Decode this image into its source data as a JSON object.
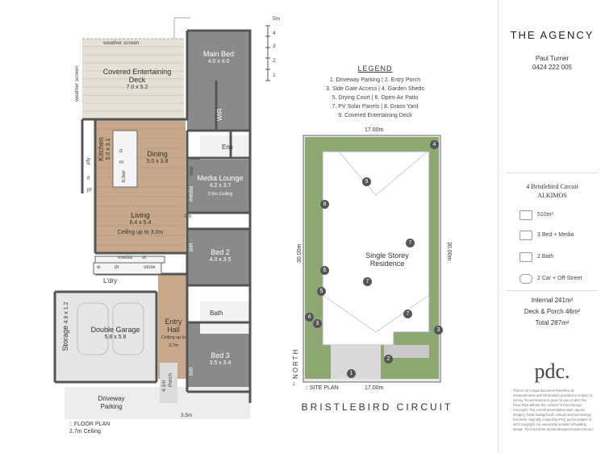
{
  "floor_plan": {
    "rooms": [
      {
        "key": "covered_deck",
        "name": "Covered Entertaining Deck",
        "dim": "7.0 x 5.2"
      },
      {
        "key": "main_bed",
        "name": "Main Bed",
        "dim": "4.0 x 4.0"
      },
      {
        "key": "dining",
        "name": "Dining",
        "dim": "5.0 x 3.8"
      },
      {
        "key": "kitchen",
        "name": "Kitchen",
        "dim": "5.0 x 3.1"
      },
      {
        "key": "media",
        "name": "Media Lounge",
        "dim": "4.2 x 3.7",
        "note": "2.6m Ceiling"
      },
      {
        "key": "living",
        "name": "Living",
        "dim": "6.4 x 5.4",
        "note": "Ceiling up to 3.0m"
      },
      {
        "key": "bed2",
        "name": "Bed 2",
        "dim": "4.0 x 3.5"
      },
      {
        "key": "garage",
        "name": "Double Garage",
        "dim": "5.8 x 5.8"
      },
      {
        "key": "storage",
        "name": "Storage",
        "dim": "4.9 x 1.2"
      },
      {
        "key": "entry",
        "name": "Entry Hall",
        "note": "Ceiling up to 3.7m"
      },
      {
        "key": "bed3",
        "name": "Bed 3",
        "dim": "3.5 x 3.4"
      }
    ],
    "small_labels": {
      "weather_screen_top": "weather screen",
      "weather_screen_side": "weather screen",
      "wir": "WIR",
      "ens": "Ens",
      "bath": "Bath",
      "ldry": "L'dry",
      "porch": "Porch",
      "pty": "pty",
      "fr": "fr",
      "pt": "pt",
      "d": "d",
      "m": "m",
      "b_bar": "b.bar",
      "disp": "disp",
      "media_small": "media",
      "st": "st",
      "w": "w",
      "dr": "dr",
      "store": "store",
      "dn": "Dn",
      "bir_1": "BIR",
      "bir_2": "BIR",
      "driveway": "Driveway Parking",
      "porch_width": "4.1m",
      "width_35": "3.5m"
    },
    "scale_labels": [
      "5m",
      "4",
      "3",
      "2",
      "1"
    ],
    "caption_title": ":: FLOOR PLAN",
    "caption_ceiling": "2.7m Ceiling"
  },
  "legend": {
    "title": "LEGEND",
    "lines": [
      "1. Driveway Parking  |  2. Entry Porch",
      "3. Side Gate Access  |  4. Garden Sheds",
      "5. Drying Court  |  6. Open-Air Patio",
      "7. PV Solar Panels  |  8. Grass Yard",
      "9. Covered Entertaining Deck"
    ]
  },
  "site_plan": {
    "top_width": "17.00m",
    "bottom_width": "17.00m",
    "left_depth": "30.00m",
    "right_depth": "30.00m",
    "residence_line1": "Single Storey",
    "residence_line2": "Residence",
    "north": "NORTH",
    "caption": ":: SITE PLAN",
    "street": "BRISTLEBIRD CIRCUIT",
    "markers": [
      "1",
      "2",
      "3",
      "3",
      "4",
      "4",
      "5",
      "6",
      "7",
      "7",
      "7",
      "8",
      "9"
    ]
  },
  "sidebar": {
    "brand": "THE AGENCY",
    "agent_name": "Paul Turner",
    "agent_phone": "0424 222 005",
    "address_line1": "4 Bristlebird Circuit",
    "address_line2": "ALKIMOS",
    "features": [
      {
        "icon": "land-area-icon",
        "label": "510m²"
      },
      {
        "icon": "bed-icon",
        "label": "3 Bed + Media"
      },
      {
        "icon": "bath-icon",
        "label": "2 Bath"
      },
      {
        "icon": "car-icon",
        "label": "2 Car + Off-Street"
      }
    ],
    "internal": "Internal 241m²",
    "deck_porch": "Deck & Porch 46m²",
    "total": "Total 287m²",
    "logo": "pdc.",
    "disclaimer": "This is not a legal document therefore all measurements and information provided is subject to survey. No permission is given to use or alter this Floor Plan without the consent of Pure Design Concepts. The overall presentation style, layout, imagery, fonts, background, colours and terminology has been originally created by PDC and is subject to strict copyright. No ownership is taken of building design. Find out more at puredesignconcepts.com.au"
  }
}
